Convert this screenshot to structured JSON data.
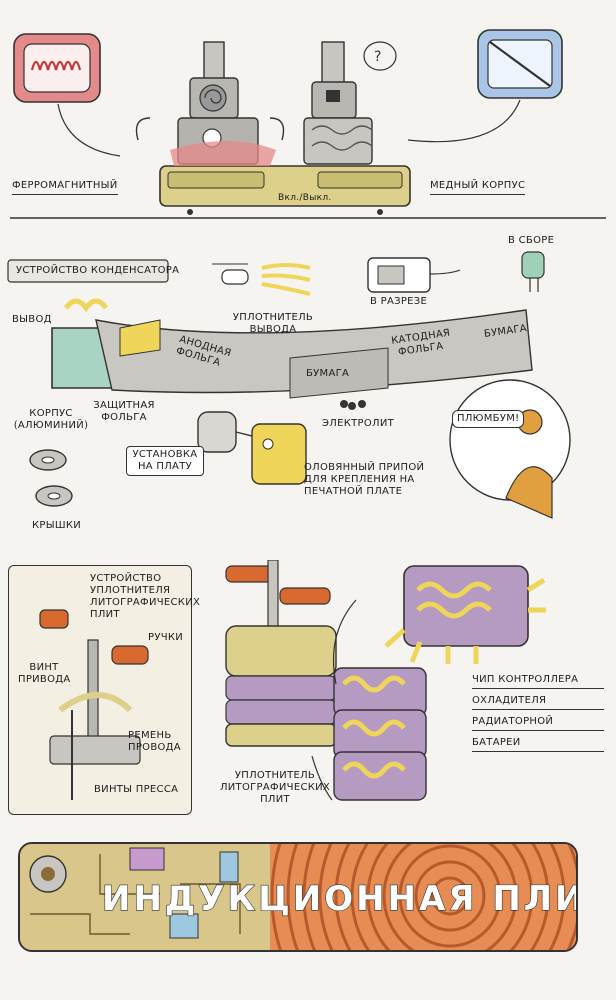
{
  "section1": {
    "ferro_label": "ФЕРРОМАГНИТНЫЙ",
    "copper_label": "МЕДНЫЙ КОРПУС",
    "switch_label": "Вкл./Выкл."
  },
  "section2": {
    "title": "УСТРОЙСТВО КОНДЕНСАТОРА",
    "lead_seal": "УПЛОТНИТЕЛЬ ВЫВОДА",
    "cross_section": "В РАЗРЕЗЕ",
    "assembled": "В СБОРЕ",
    "lead": "ВЫВОД",
    "anode_foil": "АНОДНАЯ ФОЛЬГА",
    "paper1": "БУМАГА",
    "cathode_foil": "КАТОДНАЯ ФОЛЬГА",
    "paper2": "БУМАГА",
    "case": "КОРПУС (АЛЮМИНИЙ)",
    "protective_foil": "ЗАЩИТНАЯ ФОЛЬГА",
    "electrolyte": "ЭЛЕКТРОЛИТ",
    "speech": "ПЛЮМБУМ!",
    "board_mount": "УСТАНОВКА НА ПЛАТУ",
    "solder": "ОЛОВЯННЫЙ ПРИПОЙ ДЛЯ КРЕПЛЕНИЯ НА ПЕЧАТНОЙ ПЛАТЕ",
    "lids": "КРЫШКИ"
  },
  "section3": {
    "panel_title": "УСТРОЙСТВО УПЛОТНИТЕЛЯ ЛИТОГРАФИЧЕСКИХ ПЛИТ",
    "handles": "РУЧКИ",
    "drive_screw": "ВИНТ ПРИВОДА",
    "drive_belt": "РЕМЕНЬ ПРОВОДА",
    "press_screws": "ВИНТЫ ПРЕССА",
    "litho_seal": "УПЛОТНИТЕЛЬ ЛИТОГРАФИЧЕСКИХ ПЛИТ",
    "chip_lines": [
      "ЧИП КОНТРОЛЛЕРА",
      "ОХЛАДИТЕЛЯ",
      "РАДИАТОРНОЙ",
      "БАТАРЕИ"
    ]
  },
  "banner": {
    "title": "ИНДУКЦИОННАЯ ПЛИТА"
  },
  "colors": {
    "pink": "#e58a8a",
    "blue_box": "#a9c6e6",
    "khaki": "#ddd08a",
    "gray": "#b9b7b1",
    "purple": "#b59ac2",
    "orange": "#d86a30",
    "yellow": "#efd55a"
  }
}
